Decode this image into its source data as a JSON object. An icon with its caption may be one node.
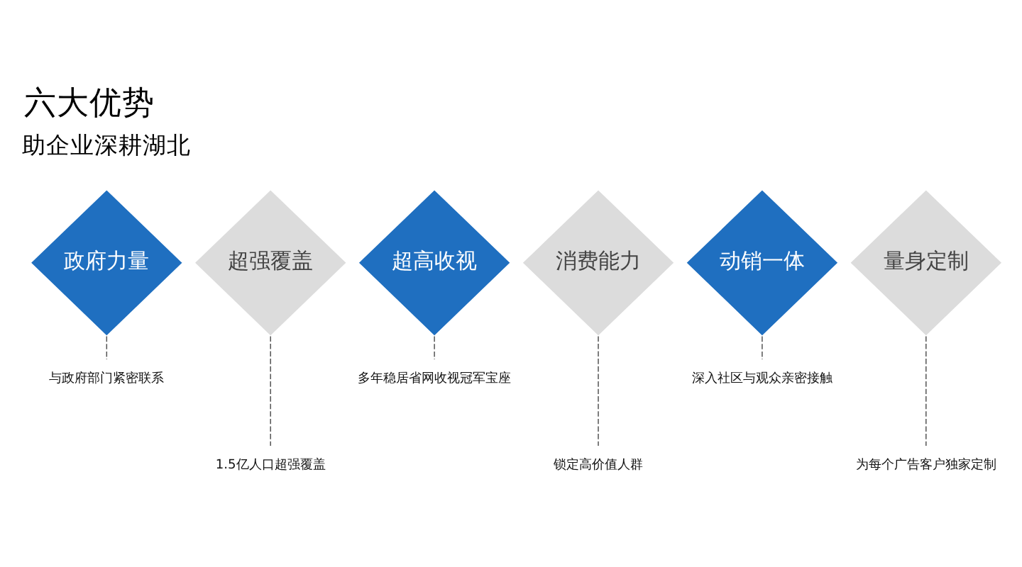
{
  "diagram": {
    "title": "六大优势",
    "nodes": [
      {
        "text": [
          "政府力量"
        ]
      },
      {
        "text": [
          "超强覆盖"
        ]
      },
      {
        "text": [
          "超高收视"
        ]
      },
      {
        "text": [
          "消费能力"
        ]
      },
      {
        "text": [
          "动销一体"
        ]
      },
      {
        "text": [
          "量身定制"
        ]
      },
      {
        "text": [
          "与政府部门紧密联系"
        ]
      },
      {
        "text": [
          "1.5亿人口超强覆盖"
        ]
      },
      {
        "text": [
          "多年稳居省网收视冠军宝座"
        ]
      },
      {
        "text": [
          "锁定高价值人群"
        ]
      },
      {
        "text": [
          "深入社区与观众亲密接触"
        ]
      },
      {
        "text": [
          "为每个广告客户独家定制"
        ]
      }
    ],
    "edges": [
      {
        "from": 6,
        "to": 0,
        "arrow": "none",
        "style": "dashed"
      },
      {
        "from": 7,
        "to": 1,
        "arrow": "none",
        "style": "dashed"
      },
      {
        "from": 8,
        "to": 2,
        "arrow": "none",
        "style": "dashed"
      },
      {
        "from": 9,
        "to": 3,
        "arrow": "none",
        "style": "dashed"
      },
      {
        "from": 10,
        "to": 4,
        "arrow": "none",
        "style": "dashed"
      },
      {
        "from": 11,
        "to": 5,
        "arrow": "none",
        "style": "dashed"
      }
    ],
    "labels": [
      "助企业深耕湖北"
    ]
  }
}
